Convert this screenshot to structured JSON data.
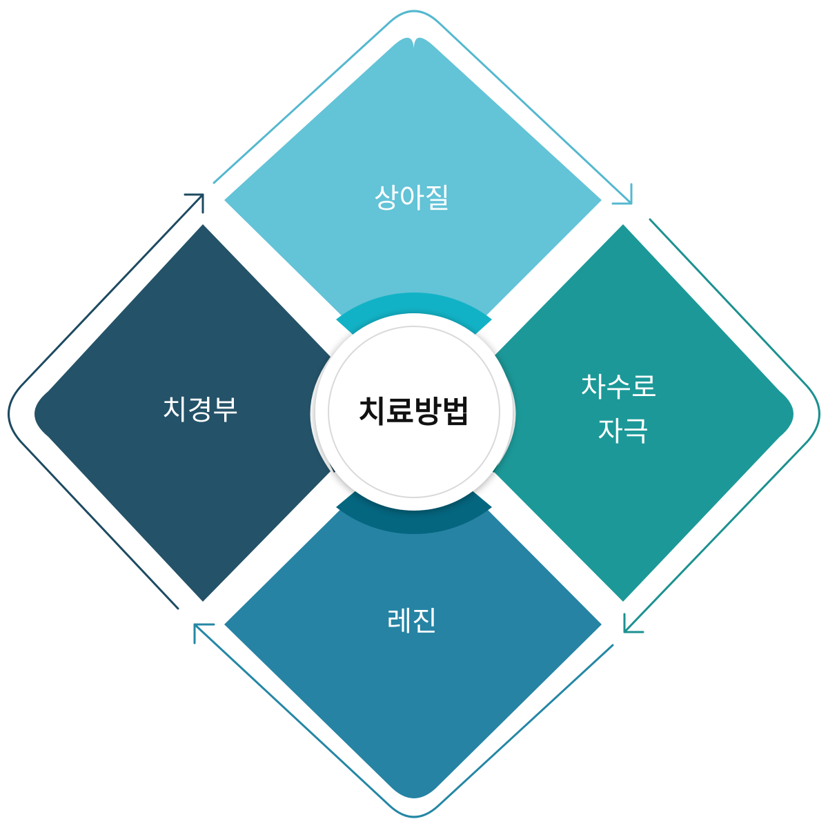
{
  "center": {
    "label": "치료방법"
  },
  "quadrants": [
    {
      "id": "top",
      "lines": [
        "상아질"
      ],
      "fill": "#63c3d7"
    },
    {
      "id": "right",
      "lines": [
        "차수로",
        "자극"
      ],
      "fill": "#1c9898"
    },
    {
      "id": "bottom",
      "lines": [
        "레진"
      ],
      "fill": "#2683a4"
    },
    {
      "id": "left",
      "lines": [
        "치경부"
      ],
      "fill": "#245268"
    }
  ],
  "ring_colors": {
    "top": "#12b2c6",
    "right": "#028273",
    "bottom": "#04667f",
    "left": "#1c3f52"
  },
  "arrow_colors": {
    "top_right": "#54b8cf",
    "bottom_right": "#1b918f",
    "bottom_left": "#2487a5",
    "top_left": "#1d4a61"
  }
}
